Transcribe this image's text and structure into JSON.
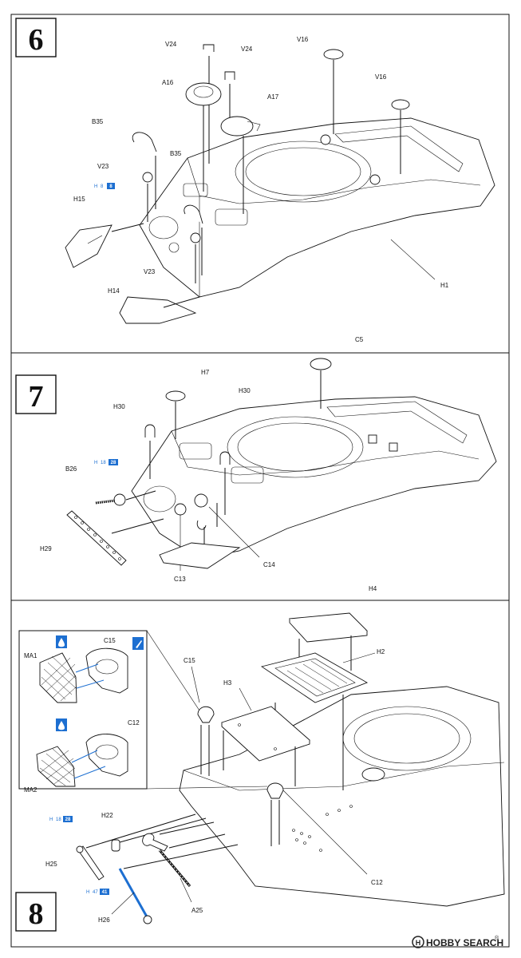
{
  "steps": [
    {
      "number": "6"
    },
    {
      "number": "7"
    },
    {
      "number": "8"
    }
  ],
  "step6_labels": {
    "v24_a": "V24",
    "v24_b": "V24",
    "v16_a": "V16",
    "v16_b": "V16",
    "a16": "A16",
    "a17": "A17",
    "b35_a": "B35",
    "b35_b": "B35",
    "v23_a": "V23",
    "v23_b": "V23",
    "h15": "H15",
    "h14": "H14",
    "h1": "H1"
  },
  "step7_labels": {
    "h7": "H7",
    "c5": "C5",
    "h30_a": "H30",
    "h30_b": "H30",
    "b26": "B26",
    "h29": "H29",
    "c13": "C13",
    "c14": "C14"
  },
  "step8_labels": {
    "h4": "H4",
    "h2": "H2",
    "h3": "H3",
    "c15_main": "C15",
    "c12_main": "C12",
    "h22": "H22",
    "h25": "H25",
    "h26": "H26",
    "a25": "A25",
    "ma1": "MA1",
    "ma2": "MA2",
    "c15_inset": "C15",
    "c12_inset": "C12"
  },
  "paint_refs": [
    {
      "prefix": "H",
      "code": "8",
      "badge": "8"
    },
    {
      "prefix": "H",
      "code": "18",
      "badge": "28"
    },
    {
      "prefix": "H",
      "code": "18",
      "badge": "28"
    },
    {
      "prefix": "H",
      "code": "47",
      "badge": "41"
    }
  ],
  "watermark": {
    "brand": "HOBBY SEARCH",
    "registered": "®"
  },
  "colors": {
    "paint_ref": "#1d6fd1",
    "line": "#111111"
  }
}
